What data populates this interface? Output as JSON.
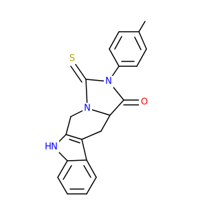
{
  "molecule": {
    "atom_labels": {
      "sulfur": "S",
      "oxygen": "O",
      "nitrogen_imide": "N",
      "nitrogen_ring": "N",
      "indole_nh_n": "N",
      "indole_nh_h": "H"
    },
    "colors": {
      "bond": "#000000",
      "sulfur": "#b7a000",
      "oxygen": "#ff0000",
      "nitrogen": "#0000ff",
      "background": "#ffffff"
    }
  }
}
